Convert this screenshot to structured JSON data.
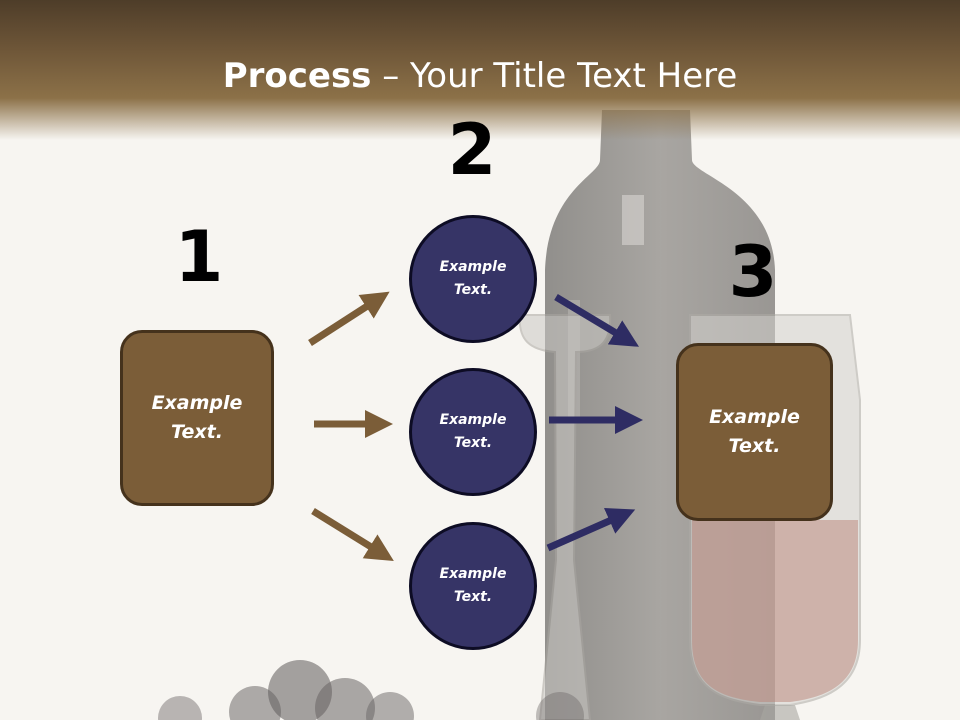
{
  "title": {
    "bold": "Process",
    "rest": " – Your Title Text Here"
  },
  "steps": {
    "one": {
      "number": "1",
      "text": "Example\nText."
    },
    "two": {
      "number": "2",
      "texts": [
        "Example\nText.",
        "Example\nText.",
        "Example\nText."
      ]
    },
    "three": {
      "number": "3",
      "text": "Example\nText."
    }
  },
  "colors": {
    "header": "#6e5638",
    "box_fill": "#7b5d38",
    "box_border": "#45321c",
    "circle_fill": "#363466",
    "circle_border": "#0d0c24",
    "arrow_brown": "#7b5d38",
    "arrow_navy": "#2e2c63"
  }
}
